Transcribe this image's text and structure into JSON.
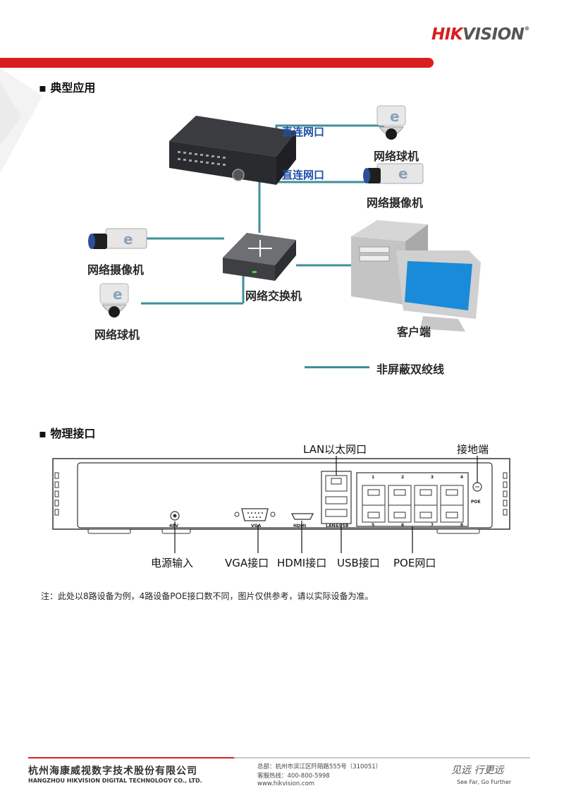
{
  "brand": {
    "logo_text": "HIKVISION",
    "accent": "#d81e1e"
  },
  "sections": {
    "typical_title": "典型应用",
    "physical_title": "物理接口"
  },
  "diagram": {
    "direct_port_1": "直连网口",
    "direct_port_2": "直连网口",
    "dome_camera_top": "网络球机",
    "box_camera_right": "网络摄像机",
    "box_camera_left": "网络摄像机",
    "switch": "网络交换机",
    "dome_camera_left": "网络球机",
    "client": "客户端",
    "legend_label": "非屏蔽双绞线",
    "line_color": "#3f8f99"
  },
  "panel": {
    "lan_label": "LAN以太网口",
    "ground_label": "接地端",
    "power_label": "电源输入",
    "vga_label": "VGA接口",
    "hdmi_label": "HDMI接口",
    "usb_label": "USB接口",
    "poe_label": "POE网口",
    "silk_power": "48V",
    "silk_vga": "VGA",
    "silk_hdmi": "HDMI",
    "silk_lanusb": "LAN&USB",
    "silk_poe": "POE",
    "port_numbers_top": [
      "1",
      "2",
      "3",
      "4"
    ],
    "port_numbers_bottom": [
      "5",
      "6",
      "7",
      "8"
    ]
  },
  "note": "注：此处以8路设备为例，4路设备POE接口数不同，图片仅供参考，请以实际设备为准。",
  "footer": {
    "company_cn": "杭州海康威视数字技术股份有限公司",
    "company_en": "HANGZHOU HIKVISION DIGITAL TECHNOLOGY CO., LTD.",
    "address": "总部：杭州市滨江区阡陌路555号（310051）",
    "hotline": "客服热线：400-800-5998",
    "website": "www.hikvision.com",
    "slogan_cn": "见远 行更远",
    "slogan_en": "See Far, Go Further"
  }
}
